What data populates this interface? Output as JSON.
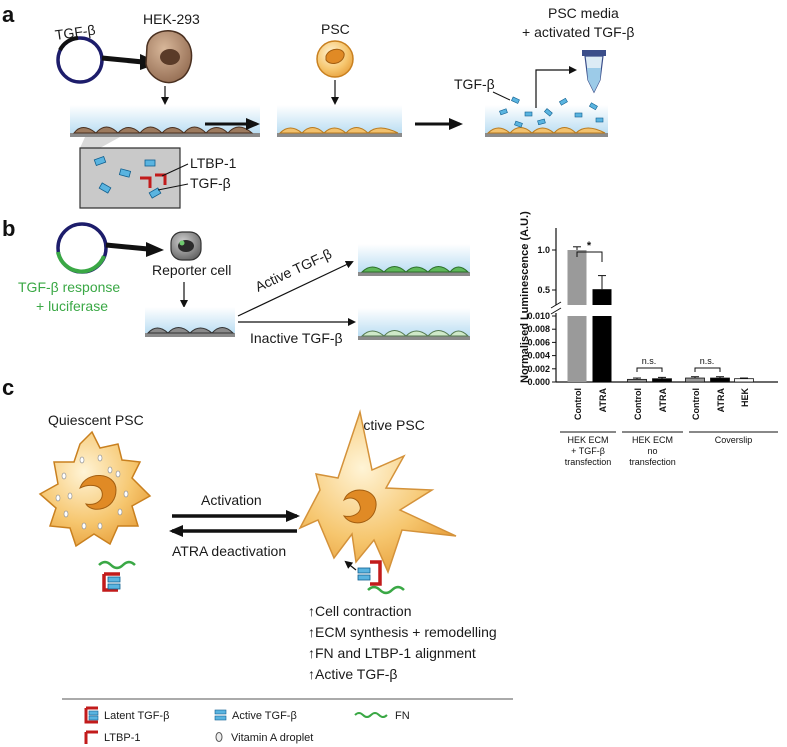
{
  "panels": {
    "a": "a",
    "b": "b",
    "c": "c"
  },
  "panel_a": {
    "tgf": "TGF-β",
    "hek": "HEK-293",
    "psc": "PSC",
    "media_line1": "PSC media",
    "media_line2": "+ activated TGF-β",
    "tgf_right": "TGF-β",
    "ltbp": "LTBP-1",
    "tgf_inset": "TGF-β"
  },
  "panel_b": {
    "plasmid_line1": "TGF-β response",
    "plasmid_line2": "+ luciferase",
    "reporter": "Reporter cell",
    "active": "Active TGF-β",
    "inactive": "Inactive TGF-β"
  },
  "chart_data": {
    "type": "bar",
    "ylabel": "Normalised Luminescence (A.U.)",
    "y_upper": {
      "ticks": [
        "1.0",
        "0.5"
      ],
      "ylim": [
        0.35,
        1.15
      ]
    },
    "y_lower": {
      "ticks": [
        "0.010",
        "0.008",
        "0.006",
        "0.004",
        "0.002",
        "0.000"
      ],
      "ylim": [
        0,
        0.01
      ]
    },
    "categories": [
      "Control",
      "ATRA",
      "Control",
      "ATRA",
      "Control",
      "ATRA",
      "HEK"
    ],
    "values": [
      1.0,
      0.51,
      0.0004,
      0.0005,
      0.0006,
      0.0006,
      0.0005
    ],
    "errors": [
      0.04,
      0.17,
      0.0002,
      0.0002,
      0.0002,
      0.0002,
      0.0001
    ],
    "colors": [
      "#9a9a9a",
      "#000000",
      "#9a9a9a",
      "#000000",
      "#9a9a9a",
      "#000000",
      "#ffffff"
    ],
    "groups": [
      {
        "lines": [
          "HEK ECM",
          "+ TGF-β",
          "transfection"
        ]
      },
      {
        "lines": [
          "HEK ECM",
          "no",
          "transfection"
        ]
      },
      {
        "lines": [
          "Coverslip"
        ]
      }
    ],
    "annotations": [
      "*",
      "n.s.",
      "n.s."
    ]
  },
  "panel_c": {
    "quiescent": "Quiescent PSC",
    "active": "Active PSC",
    "activation": "Activation",
    "deactivation": "ATRA deactivation",
    "effects": [
      "↑Cell contraction",
      "↑ECM synthesis + remodelling",
      "↑FN and LTBP-1 alignment",
      "↑Active TGF-β"
    ]
  },
  "legend": {
    "latent": "Latent TGF-β",
    "active": "Active TGF-β",
    "fn": "FN",
    "ltbp": "LTBP-1",
    "vitA": "Vitamin A droplet"
  }
}
